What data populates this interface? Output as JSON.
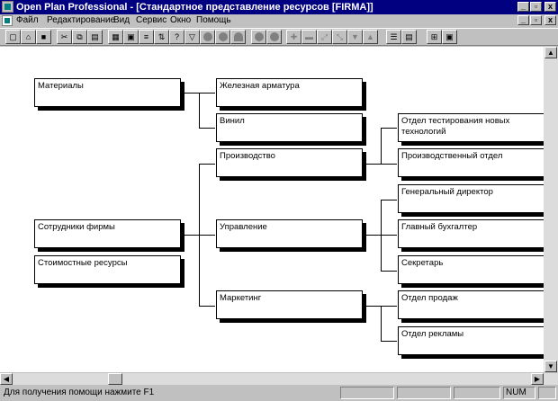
{
  "titlebar": {
    "title": "Open Plan Professional - [Стандартное представление ресурсов [FIRMA]]"
  },
  "window_controls": {
    "minimize": "_",
    "restore": "▫",
    "close": "x"
  },
  "menu": {
    "items": [
      "Файл",
      "Редактирование",
      "Вид",
      "Сервис",
      "Окно",
      "Помощь"
    ]
  },
  "toolbar": {
    "icons": [
      "new-file-icon",
      "open-file-icon",
      "save-icon",
      "print-icon",
      "copy-icon",
      "paste-icon",
      "cut-icon",
      "print-preview-icon",
      "properties-icon",
      "sort-icon",
      "help-icon",
      "filter-icon",
      "circle-icon",
      "circle-icon",
      "half-circle-icon",
      "circle-icon",
      "circle-icon",
      "plus-icon",
      "minus-icon",
      "link-icon",
      "unlink-icon",
      "arrow-down-icon",
      "arrow-up-icon",
      "outline-icon",
      "wbs-icon",
      "zoom-fit-icon",
      "window-icon"
    ]
  },
  "nodes": {
    "materials": "Материалы",
    "iron": "Железная арматура",
    "vinyl": "Винил",
    "staff": "Сотрудники фирмы",
    "costs": "Стоимостные ресурсы",
    "production": "Производство",
    "management": "Управление",
    "marketing": "Маркетинг",
    "testing": "Отдел тестирования новых технологий",
    "production_dept": "Производственный отдел",
    "ceo": "Генеральный директор",
    "accountant": "Главный бухгалтер",
    "secretary": "Секретарь",
    "sales": "Отдел продаж",
    "ads": "Отдел рекламы"
  },
  "status": {
    "text": "Для получения помощи нажмите F1",
    "num": "NUM"
  }
}
